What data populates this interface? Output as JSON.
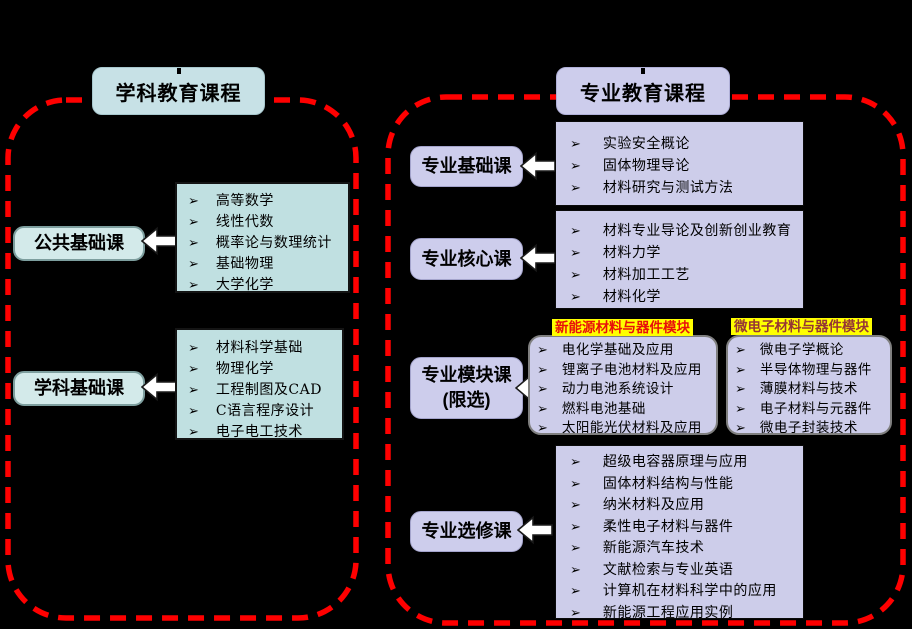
{
  "bullet": "➢",
  "colors": {
    "background": "#000000",
    "dashed_border": "#ff0000",
    "left_box_fill": "#c0e0e1",
    "left_label_fill": "#d3eaea",
    "left_header_fill": "#c7e1e6",
    "right_fill": "#cdcdea",
    "module_border": "#7f7f7f",
    "highlight_yellow": "#ffff00",
    "module1_title_color": "#e8100a",
    "module2_title_color": "#963634",
    "arrow_fill": "#ffffff"
  },
  "left_panel": {
    "header": "学科教育课程",
    "groups": [
      {
        "label": "公共基础课",
        "courses": [
          "高等数学",
          "线性代数",
          "概率论与数理统计",
          "基础物理",
          "大学化学"
        ]
      },
      {
        "label": "学科基础课",
        "courses": [
          "材料科学基础",
          "物理化学",
          "工程制图及CAD",
          "C语言程序设计",
          "电子电工技术"
        ]
      }
    ]
  },
  "right_panel": {
    "header": "专业教育课程",
    "groups": [
      {
        "label": "专业基础课",
        "courses": [
          "实验安全概论",
          "固体物理导论",
          "材料研究与测试方法"
        ]
      },
      {
        "label": "专业核心课",
        "courses": [
          "材料专业导论及创新创业教育",
          "材料力学",
          "材料加工工艺",
          "材料化学"
        ]
      },
      {
        "label_line1": "专业模块课",
        "label_line2": "(限选)",
        "modules": [
          {
            "title": "新能源材料与器件模块",
            "courses": [
              "电化学基础及应用",
              "锂离子电池材料及应用",
              "动力电池系统设计",
              "燃料电池基础",
              "太阳能光伏材料及应用"
            ]
          },
          {
            "title": "微电子材料与器件模块",
            "courses": [
              "微电子学概论",
              "半导体物理与器件",
              "薄膜材料与技术",
              "电子材料与元器件",
              "微电子封装技术"
            ]
          }
        ]
      },
      {
        "label": "专业选修课",
        "courses": [
          "超级电容器原理与应用",
          "固体材料结构与性能",
          "纳米材料及应用",
          "柔性电子材料与器件",
          "新能源汽车技术",
          "文献检索与专业英语",
          "计算机在材料科学中的应用",
          "新能源工程应用实例"
        ]
      }
    ]
  }
}
